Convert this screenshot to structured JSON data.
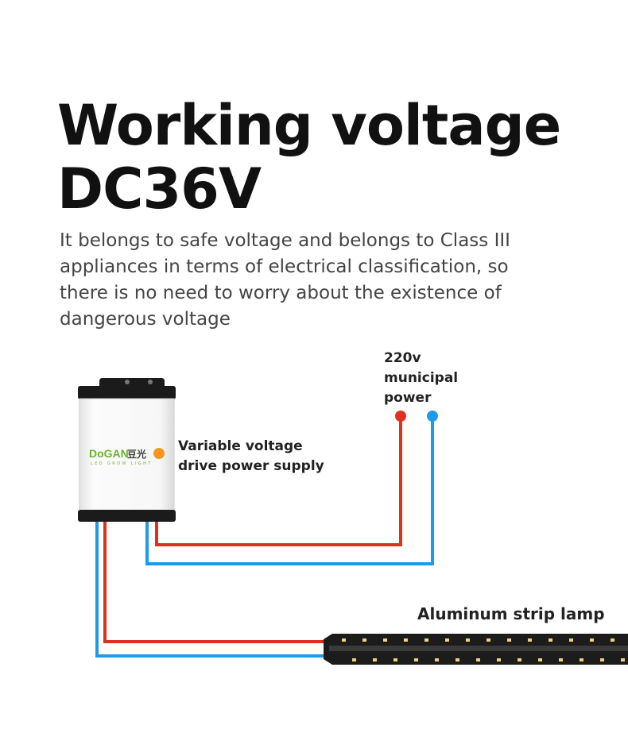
{
  "title": {
    "line1": "Working voltage",
    "line2": "DC36V"
  },
  "description": "It belongs to safe voltage and belongs to Class III appliances in terms of electrical classification, so there is no need to worry about the existence of dangerous voltage",
  "labels": {
    "mains": [
      "220v",
      "municipal",
      "power"
    ],
    "power_supply": [
      "Variable voltage",
      "drive power supply"
    ],
    "lamp": "Aluminum strip lamp"
  },
  "power_supply_logo": {
    "brand": "DoGAN",
    "brand_cn": "豆光",
    "tagline": "LED GROW LIGHT"
  },
  "colors": {
    "live_wire": "#e0301e",
    "neutral_wire": "#1e9be8",
    "text": "#111111",
    "body_text": "#444444",
    "brand_green": "#6ab42d",
    "brand_orange": "#f39a1e"
  }
}
